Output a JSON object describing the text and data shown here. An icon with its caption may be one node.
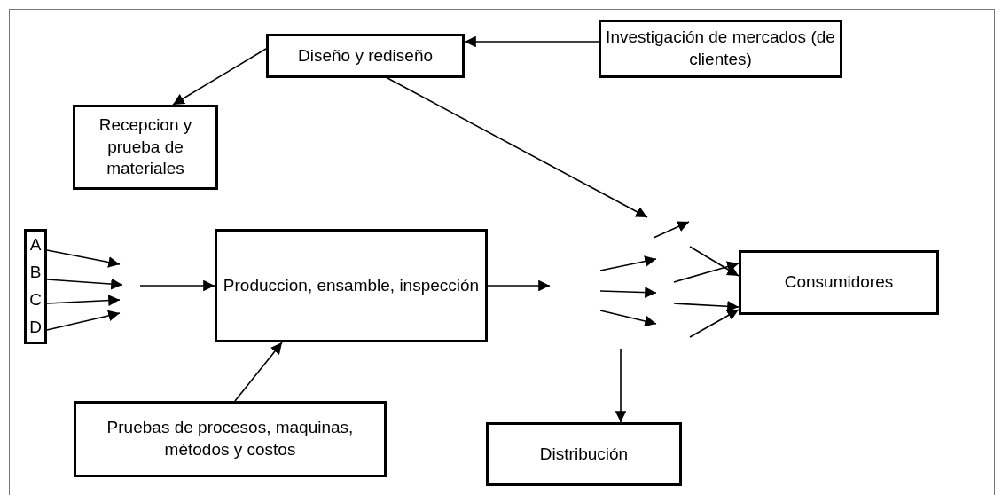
{
  "diagram": {
    "nodes": [
      {
        "text": [
          "Diseño y rediseño"
        ]
      },
      {
        "text": [
          "Investigación de mercados (de clientes)"
        ]
      },
      {
        "text": [
          "Recepcion y prueba de materiales"
        ]
      },
      {
        "text": [
          "A",
          "B",
          "C",
          "D"
        ]
      },
      {
        "text": [
          "Produccion, ensamble, inspección"
        ]
      },
      {
        "text": [
          "Consumidores"
        ]
      },
      {
        "text": [
          "Pruebas de procesos, maquinas, métodos y costos"
        ]
      },
      {
        "text": [
          "Distribución"
        ]
      }
    ],
    "edges": [
      {
        "from": 1,
        "to": 0,
        "arrow": "to"
      },
      {
        "from": 0,
        "to": 2,
        "arrow": "to"
      },
      {
        "from": 0,
        "to": null,
        "arrow": "to"
      },
      {
        "from": 3,
        "to": null,
        "arrow": "to"
      },
      {
        "from": 3,
        "to": null,
        "arrow": "to"
      },
      {
        "from": 3,
        "to": null,
        "arrow": "to"
      },
      {
        "from": 3,
        "to": null,
        "arrow": "to"
      },
      {
        "from": null,
        "to": 4,
        "arrow": "to"
      },
      {
        "from": 4,
        "to": null,
        "arrow": "to"
      },
      {
        "from": 6,
        "to": 4,
        "arrow": "to"
      },
      {
        "from": null,
        "to": 7,
        "arrow": "to"
      },
      {
        "from": null,
        "to": 5,
        "arrow": "to"
      },
      {
        "from": null,
        "to": 5,
        "arrow": "to"
      },
      {
        "from": null,
        "to": 5,
        "arrow": "to"
      },
      {
        "from": null,
        "to": 5,
        "arrow": "to"
      }
    ]
  }
}
